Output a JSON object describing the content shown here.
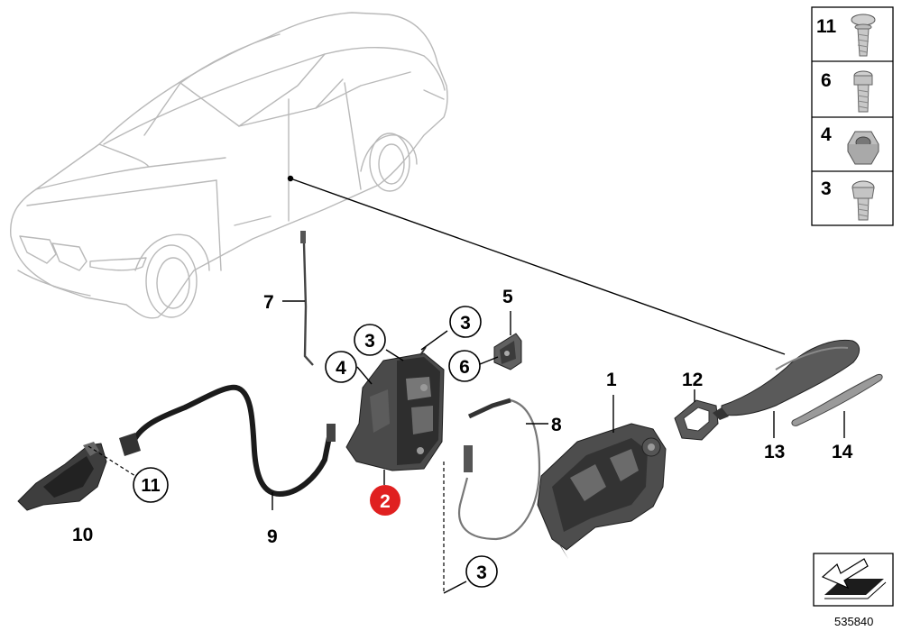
{
  "callouts": {
    "c1": "1",
    "c2": "2",
    "c3a": "3",
    "c3b": "3",
    "c3c": "3",
    "c4": "4",
    "c5": "5",
    "c6": "6",
    "c7": "7",
    "c8": "8",
    "c9": "9",
    "c10": "10",
    "c11": "11",
    "c12": "12",
    "c13": "13",
    "c14": "14"
  },
  "legend": {
    "items": [
      {
        "label": "11"
      },
      {
        "label": "6"
      },
      {
        "label": "4"
      },
      {
        "label": "3"
      }
    ]
  },
  "reference_number": "535840",
  "colors": {
    "highlight": "#e02020",
    "car_outline": "#b9b9b9",
    "part_fill": "#4a4a4a"
  }
}
